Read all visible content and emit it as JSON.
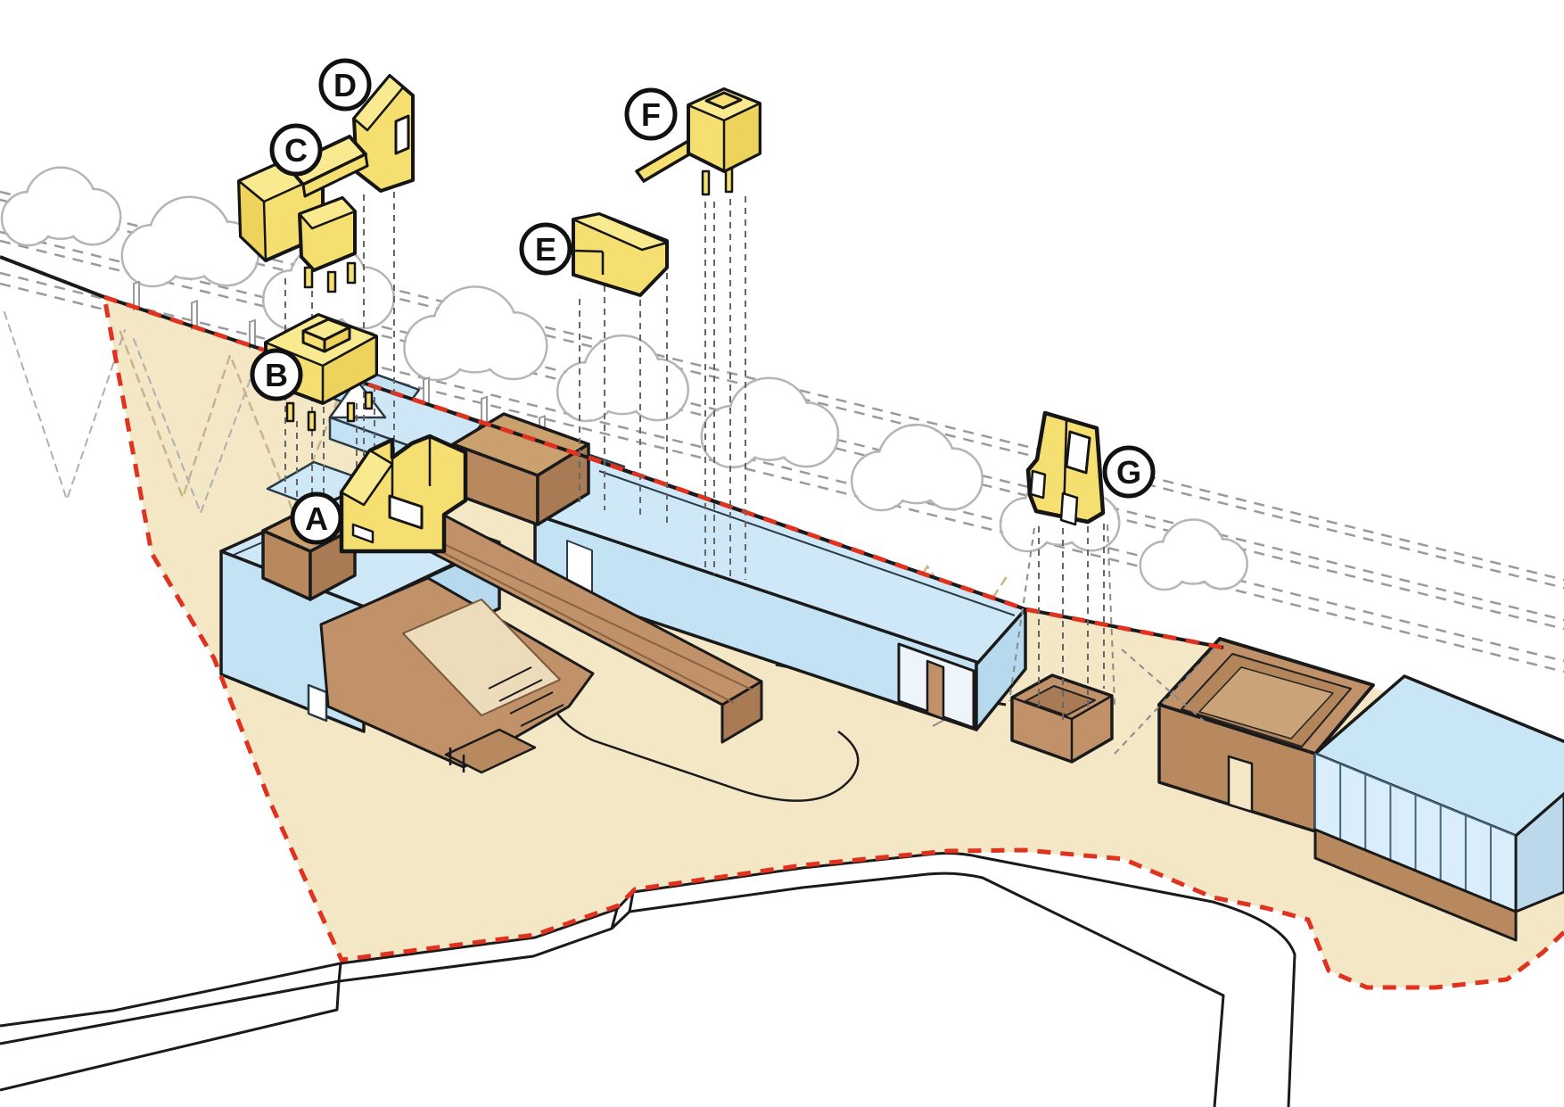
{
  "markers": [
    {
      "letter": "A"
    },
    {
      "letter": "B"
    },
    {
      "letter": "C"
    },
    {
      "letter": "D"
    },
    {
      "letter": "E"
    },
    {
      "letter": "F"
    },
    {
      "letter": "G"
    }
  ],
  "palette": {
    "proposed_volume_yellow": "#F5DF70",
    "proposed_volume_yellow_light": "#F9E98F",
    "proposed_volume_yellow_dark": "#EDD35B",
    "existing_building_blue": "#C9E4F5",
    "existing_roof_blue_light": "#CFE8F7",
    "terrain_brown": "#C1926A",
    "terrain_brown_dark": "#A87B54",
    "site_sand": "#F4E7C6",
    "boundary_red": "#E0321F",
    "outline_black": "#1A1A1A",
    "tree_outline_gray": "#B5B5B5"
  }
}
